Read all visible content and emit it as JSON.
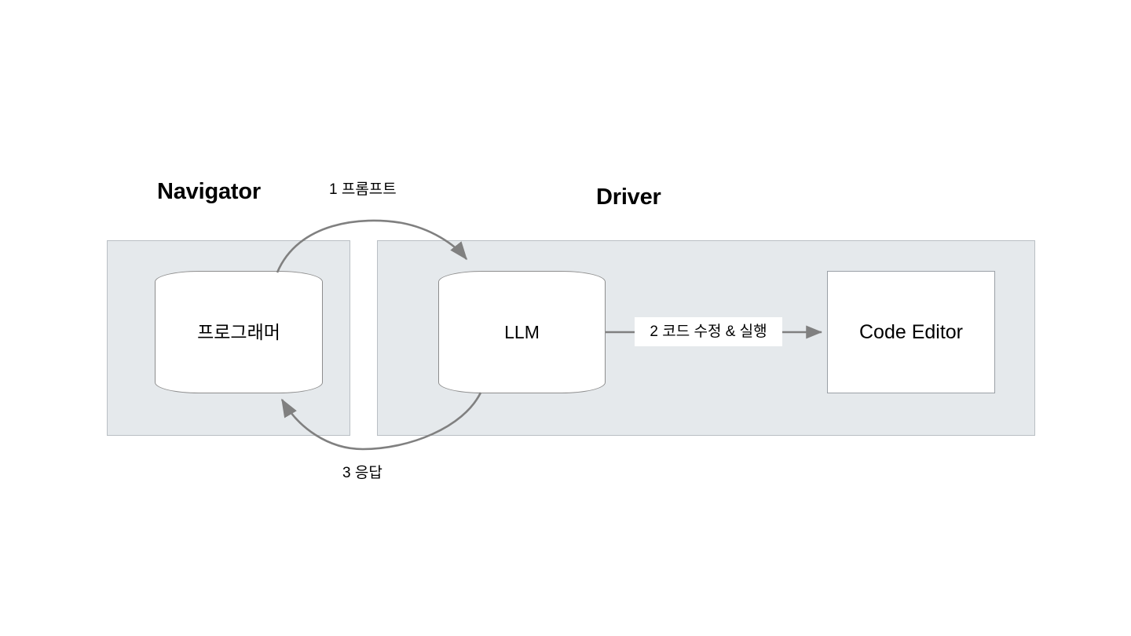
{
  "diagram": {
    "type": "flow-diagram",
    "background_color": "#ffffff",
    "panel_fill_color": "#e5e9ec",
    "panel_border_color": "#b9bfc4",
    "node_fill_color": "#ffffff",
    "node_border_color": "#8d8d8d",
    "edge_color": "#808080",
    "text_color": "#000000"
  },
  "groups": [
    {
      "id": "navigator",
      "title": "Navigator"
    },
    {
      "id": "driver",
      "title": "Driver"
    }
  ],
  "nodes": [
    {
      "id": "programmer",
      "label": "프로그래머",
      "shape": "cylinder",
      "group": "navigator"
    },
    {
      "id": "llm",
      "label": "LLM",
      "shape": "cylinder",
      "group": "driver"
    },
    {
      "id": "code-editor",
      "label": "Code Editor",
      "shape": "rectangle",
      "group": "driver"
    }
  ],
  "edges": [
    {
      "id": "edge-1",
      "label": "1 프롬프트",
      "step": "1",
      "text": "프롬프트",
      "from": "programmer",
      "to": "llm",
      "style": "curved-arc-top"
    },
    {
      "id": "edge-2",
      "label": "2 코드 수정 & 실행",
      "step": "2",
      "text": "코드 수정 & 실행",
      "from": "llm",
      "to": "code-editor",
      "style": "straight-arrow"
    },
    {
      "id": "edge-3",
      "label": "3 응답",
      "step": "3",
      "text": "응답",
      "from": "llm",
      "to": "programmer",
      "style": "curved-arc-bottom"
    }
  ]
}
